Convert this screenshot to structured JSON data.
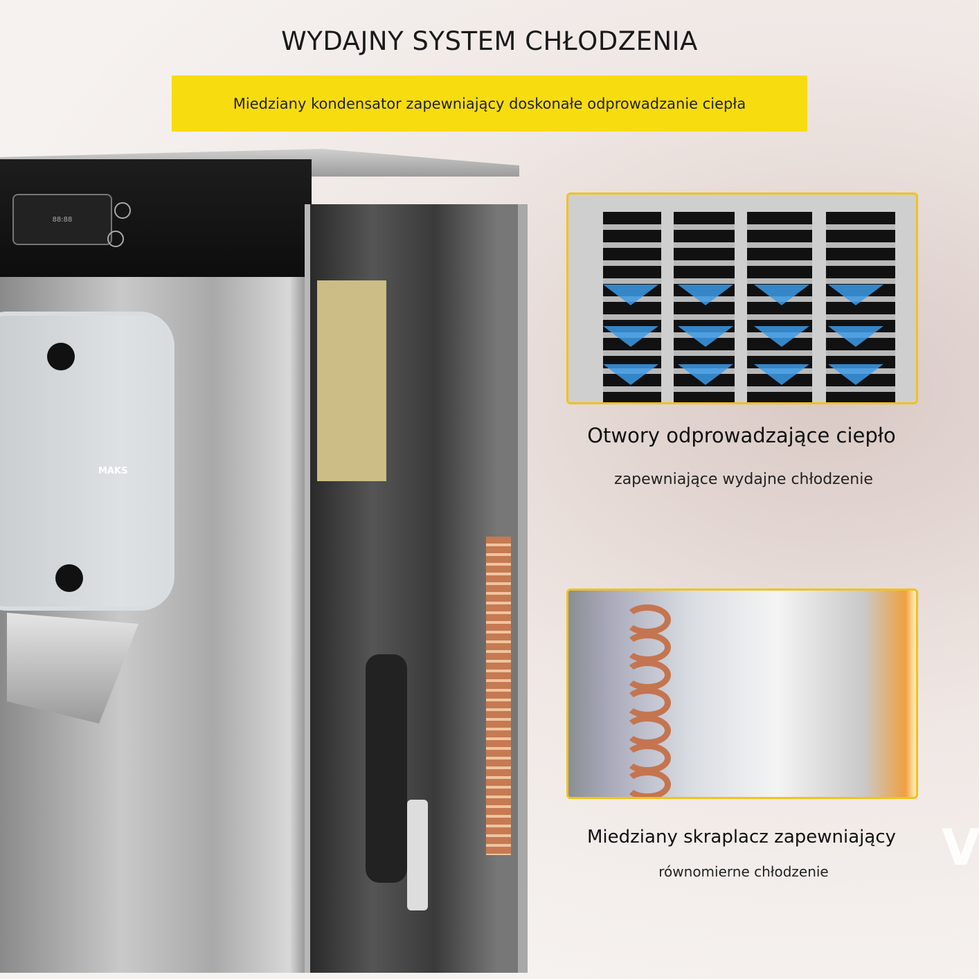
{
  "title": "WYDAJNY SYSTEM CHŁODZENIA",
  "banner": "Miedziany kondensator zapewniający doskonałe odprowadzanie ciepła",
  "machine": {
    "drum_label": "MAKS"
  },
  "feature1": {
    "caption": "Otwory odprowadzające ciepło",
    "subcaption": "zapewniające wydajne chłodzenie"
  },
  "feature2": {
    "caption": "Miedziany skraplacz zapewniający",
    "subcaption": "równomierne chłodzenie"
  },
  "logo": "V",
  "colors": {
    "accent": "#f7dc0f",
    "frame": "#f2c21a",
    "arrow": "#3c9be8"
  }
}
